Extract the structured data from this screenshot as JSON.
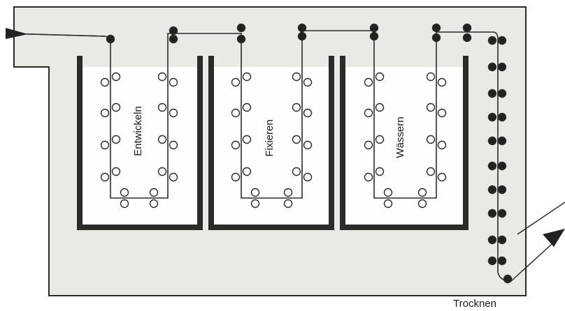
{
  "colors": {
    "housing": "#e9e9e6",
    "liquid": "#fefefe",
    "wall": "#2b2b2b",
    "film": "#2b2b2b",
    "roller_open": "#ffffff",
    "roller_dark": "#222222"
  },
  "tanks": [
    {
      "label": "Entwickeln"
    },
    {
      "label": "Fixieren"
    },
    {
      "label": "Wässern"
    }
  ],
  "dryer": {
    "label": "Trocknen"
  },
  "arrows": [
    {
      "name": "film-inlet-arrow-icon"
    },
    {
      "name": "film-outlet-arrow-icon"
    }
  ]
}
